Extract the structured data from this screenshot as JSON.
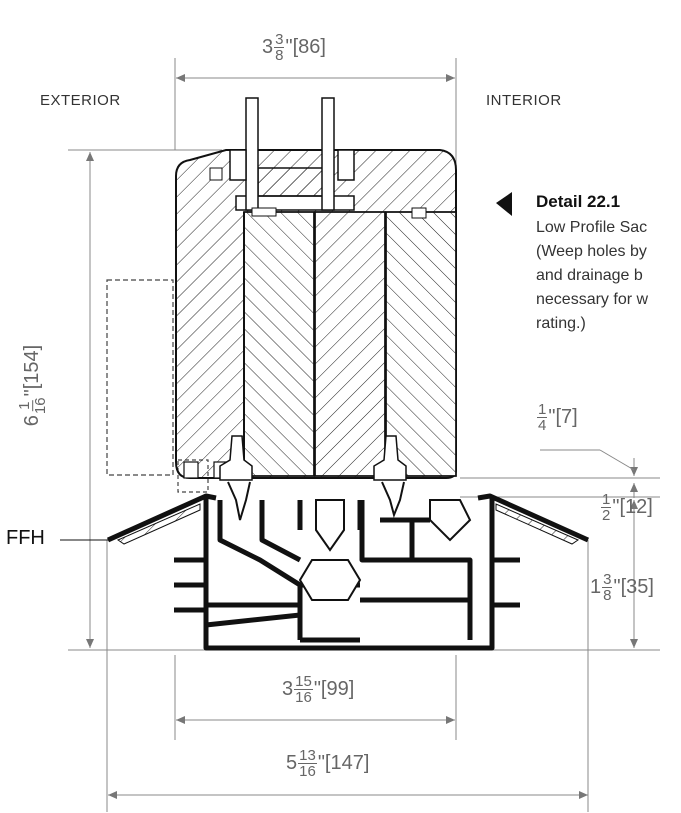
{
  "labels": {
    "exterior": "EXTERIOR",
    "interior": "INTERIOR",
    "ffh": "FFH"
  },
  "detail": {
    "title": "Detail 22.1",
    "lines": [
      "Low Profile Sac",
      "(Weep holes by",
      "and drainage b",
      "necessary for w",
      "rating.)"
    ]
  },
  "dimensions": {
    "top_width": {
      "whole": "3",
      "num": "3",
      "den": "8",
      "unit": "\"",
      "metric": "[86]"
    },
    "height": {
      "whole": "6",
      "num": "1",
      "den": "16",
      "unit": "\"",
      "metric": "[154]"
    },
    "gap": {
      "whole": "",
      "num": "1",
      "den": "4",
      "unit": "\"",
      "metric": "[7]"
    },
    "step": {
      "whole": "",
      "num": "1",
      "den": "2",
      "unit": "\"",
      "metric": "[12]"
    },
    "sill_height": {
      "whole": "1",
      "num": "3",
      "den": "8",
      "unit": "\"",
      "metric": "[35]"
    },
    "frame_width": {
      "whole": "3",
      "num": "15",
      "den": "16",
      "unit": "\"",
      "metric": "[99]"
    },
    "overall_width": {
      "whole": "5",
      "num": "13",
      "den": "16",
      "unit": "\"",
      "metric": "[147]"
    }
  }
}
